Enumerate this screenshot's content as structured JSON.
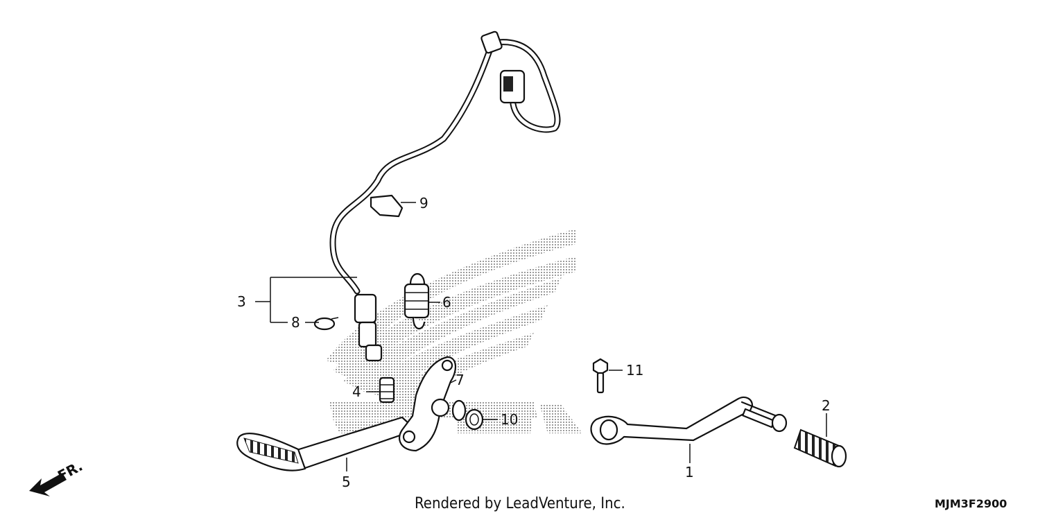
{
  "diagram": {
    "callouts": [
      {
        "id": "1",
        "label": "1"
      },
      {
        "id": "2",
        "label": "2"
      },
      {
        "id": "3",
        "label": "3"
      },
      {
        "id": "4",
        "label": "4"
      },
      {
        "id": "5",
        "label": "5"
      },
      {
        "id": "6",
        "label": "6"
      },
      {
        "id": "7",
        "label": "7"
      },
      {
        "id": "8",
        "label": "8"
      },
      {
        "id": "9",
        "label": "9"
      },
      {
        "id": "10",
        "label": "10"
      },
      {
        "id": "11",
        "label": "11"
      }
    ],
    "direction_label": "FR.",
    "credit": "Rendered by LeadVenture, Inc.",
    "diagram_code": "MJM3F2900",
    "watermark": "honda-wing-logo"
  }
}
